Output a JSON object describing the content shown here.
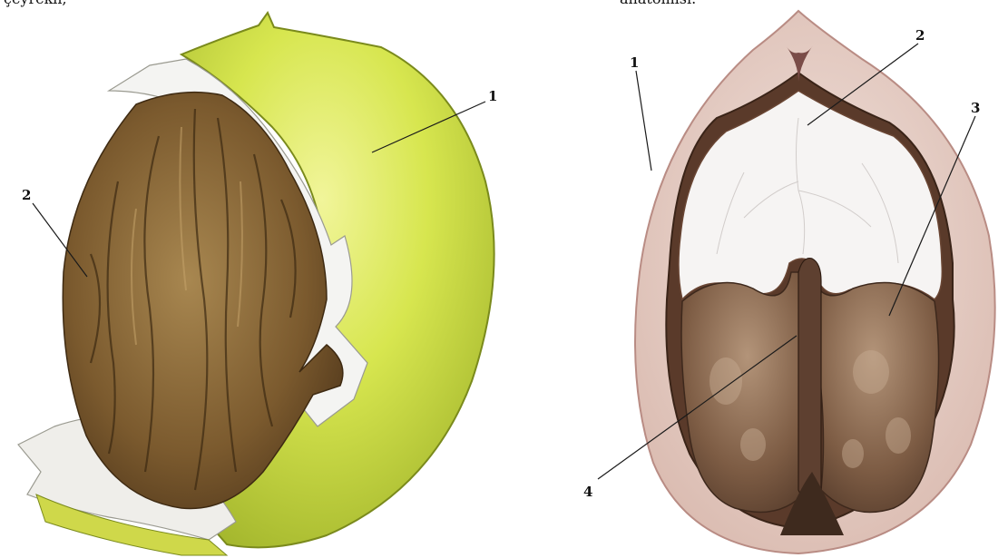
{
  "top_text": {
    "left": "çeyrekli;",
    "right": "anatomisi."
  },
  "figure_left": {
    "callouts": [
      {
        "key": "outer",
        "label": "1"
      },
      {
        "key": "shell",
        "label": "2"
      }
    ]
  },
  "figure_right": {
    "callouts": [
      {
        "key": "husk",
        "label": "1"
      },
      {
        "key": "septum-top",
        "label": "2"
      },
      {
        "key": "kernel",
        "label": "3"
      },
      {
        "key": "septum-center",
        "label": "4"
      }
    ]
  },
  "colors": {
    "husk_green": "#c9dc3a",
    "husk_green_light": "#e4ee6a",
    "shell_brown": "#8a6430",
    "shell_dark": "#4c3418",
    "husk_pink": "#e8cfc6",
    "cavity_white": "#f7f5f4",
    "kernel_brown": "#7c5a3f"
  }
}
